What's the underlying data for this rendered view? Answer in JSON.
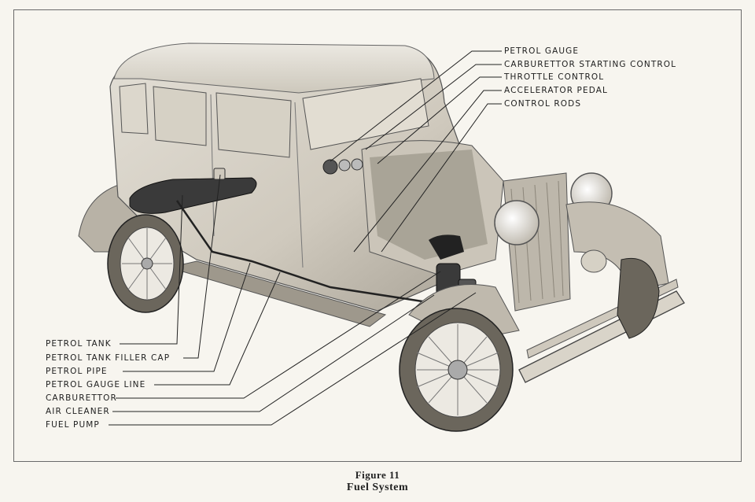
{
  "figure": {
    "number_label": "Figure 11",
    "title": "Fuel System"
  },
  "labels_right": [
    "PETROL GAUGE",
    "CARBURETTOR STARTING CONTROL",
    "THROTTLE CONTROL",
    "ACCELERATOR PEDAL",
    "CONTROL RODS"
  ],
  "labels_left": [
    "PETROL TANK",
    "PETROL TANK FILLER CAP",
    "PETROL PIPE",
    "PETROL GAUGE LINE",
    "CARBURETTOR",
    "AIR CLEANER",
    "FUEL PUMP"
  ],
  "colors": {
    "paper": "#f7f5ef",
    "ink": "#1e1e1e",
    "body_shade": "#c9c4b8"
  }
}
